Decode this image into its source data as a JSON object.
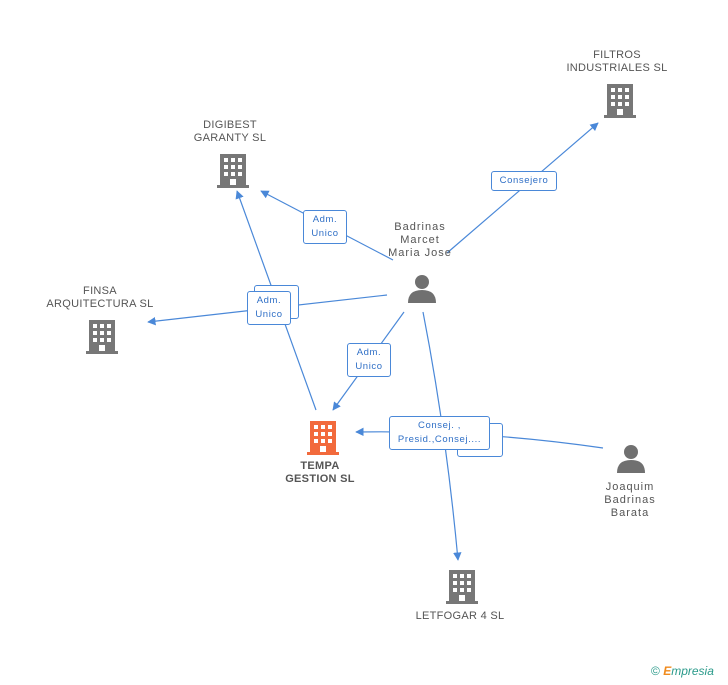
{
  "colors": {
    "edge": "#4a88d8",
    "building": "#777777",
    "building_main": "#f26a3c",
    "person": "#707070",
    "label_text": "#2f6fc6"
  },
  "nodes": {
    "filtros": {
      "line1": "FILTROS",
      "line2": "INDUSTRIALES SL",
      "icon": "building-icon"
    },
    "digibest": {
      "line1": "DIGIBEST",
      "line2": "GARANTY SL",
      "icon": "building-icon"
    },
    "finsa": {
      "line1": "FINSA",
      "line2": "ARQUITECTURA SL",
      "icon": "building-icon"
    },
    "tempa": {
      "line1": "TEMPA",
      "line2": "GESTION SL",
      "icon": "building-icon"
    },
    "letfogar": {
      "line1": "LETFOGAR 4 SL",
      "icon": "building-icon"
    },
    "badrinas_marcet": {
      "line1": "Badrinas",
      "line2": "Marcet",
      "line3": "Maria Jose",
      "icon": "person-icon"
    },
    "joaquim": {
      "line1": "Joaquim",
      "line2": "Badrinas",
      "line3": "Barata",
      "icon": "person-icon"
    }
  },
  "edge_labels": {
    "consejero": {
      "line1": "Consejero"
    },
    "adm_digibest": {
      "line1": "Adm.",
      "line2": "Unico"
    },
    "adm_finsa": {
      "line1": "Adm.",
      "line2": "Unico"
    },
    "adm_tempa": {
      "line1": "Adm.",
      "line2": "Unico"
    },
    "consej_tempa": {
      "line1": "Consej. ,",
      "line2": "Presid.,Consej...."
    }
  },
  "footer": {
    "copyright": "©",
    "brand_first": "E",
    "brand_rest": "mpresia"
  }
}
